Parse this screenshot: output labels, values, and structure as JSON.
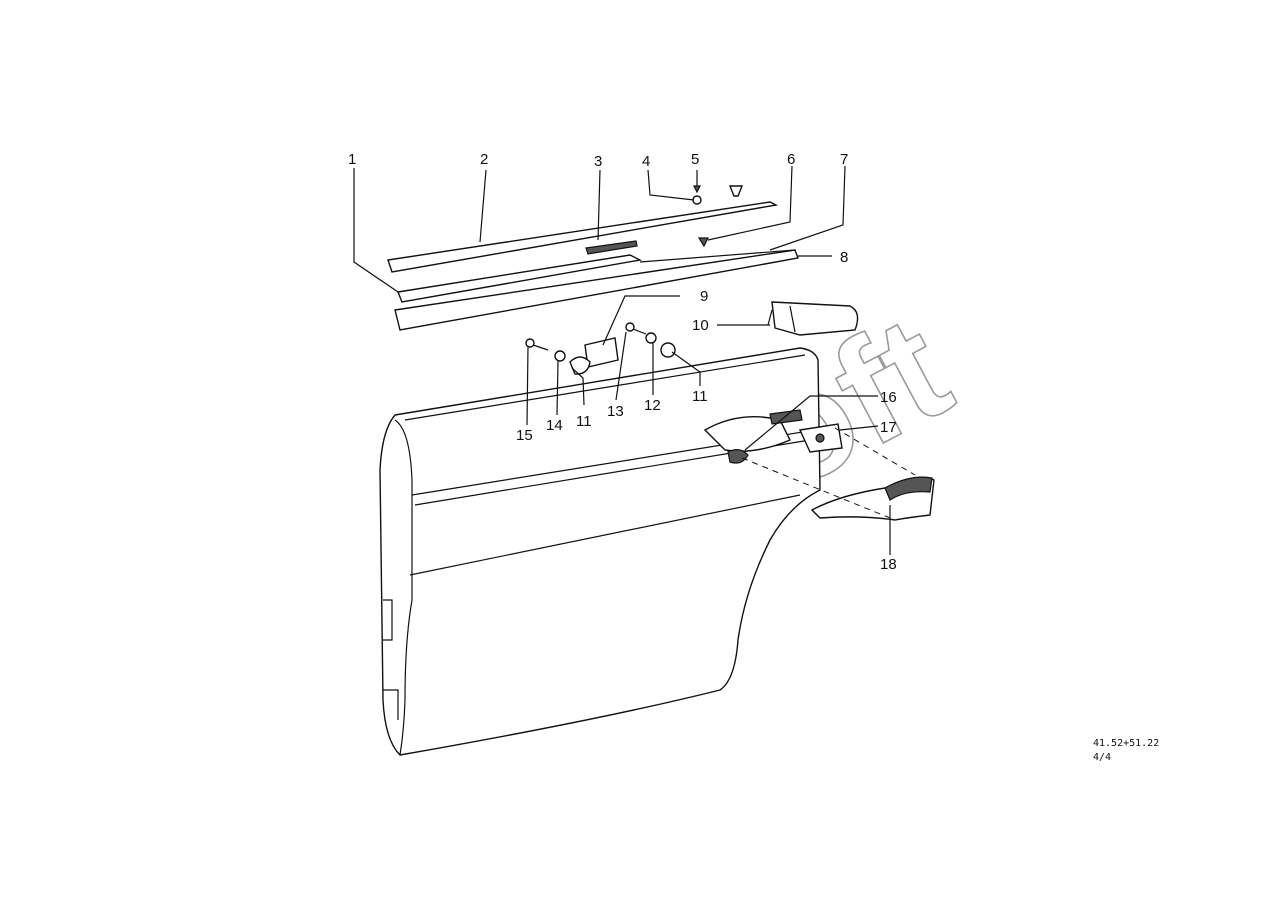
{
  "diagram": {
    "callouts": [
      "1",
      "2",
      "3",
      "4",
      "5",
      "6",
      "7",
      "8",
      "9",
      "10",
      "11",
      "11",
      "12",
      "13",
      "14",
      "15",
      "16",
      "17",
      "18"
    ],
    "footer_line1": "41.52+51.22",
    "footer_line2": "4/4"
  },
  "watermark": {
    "text": "AutoSoft"
  }
}
